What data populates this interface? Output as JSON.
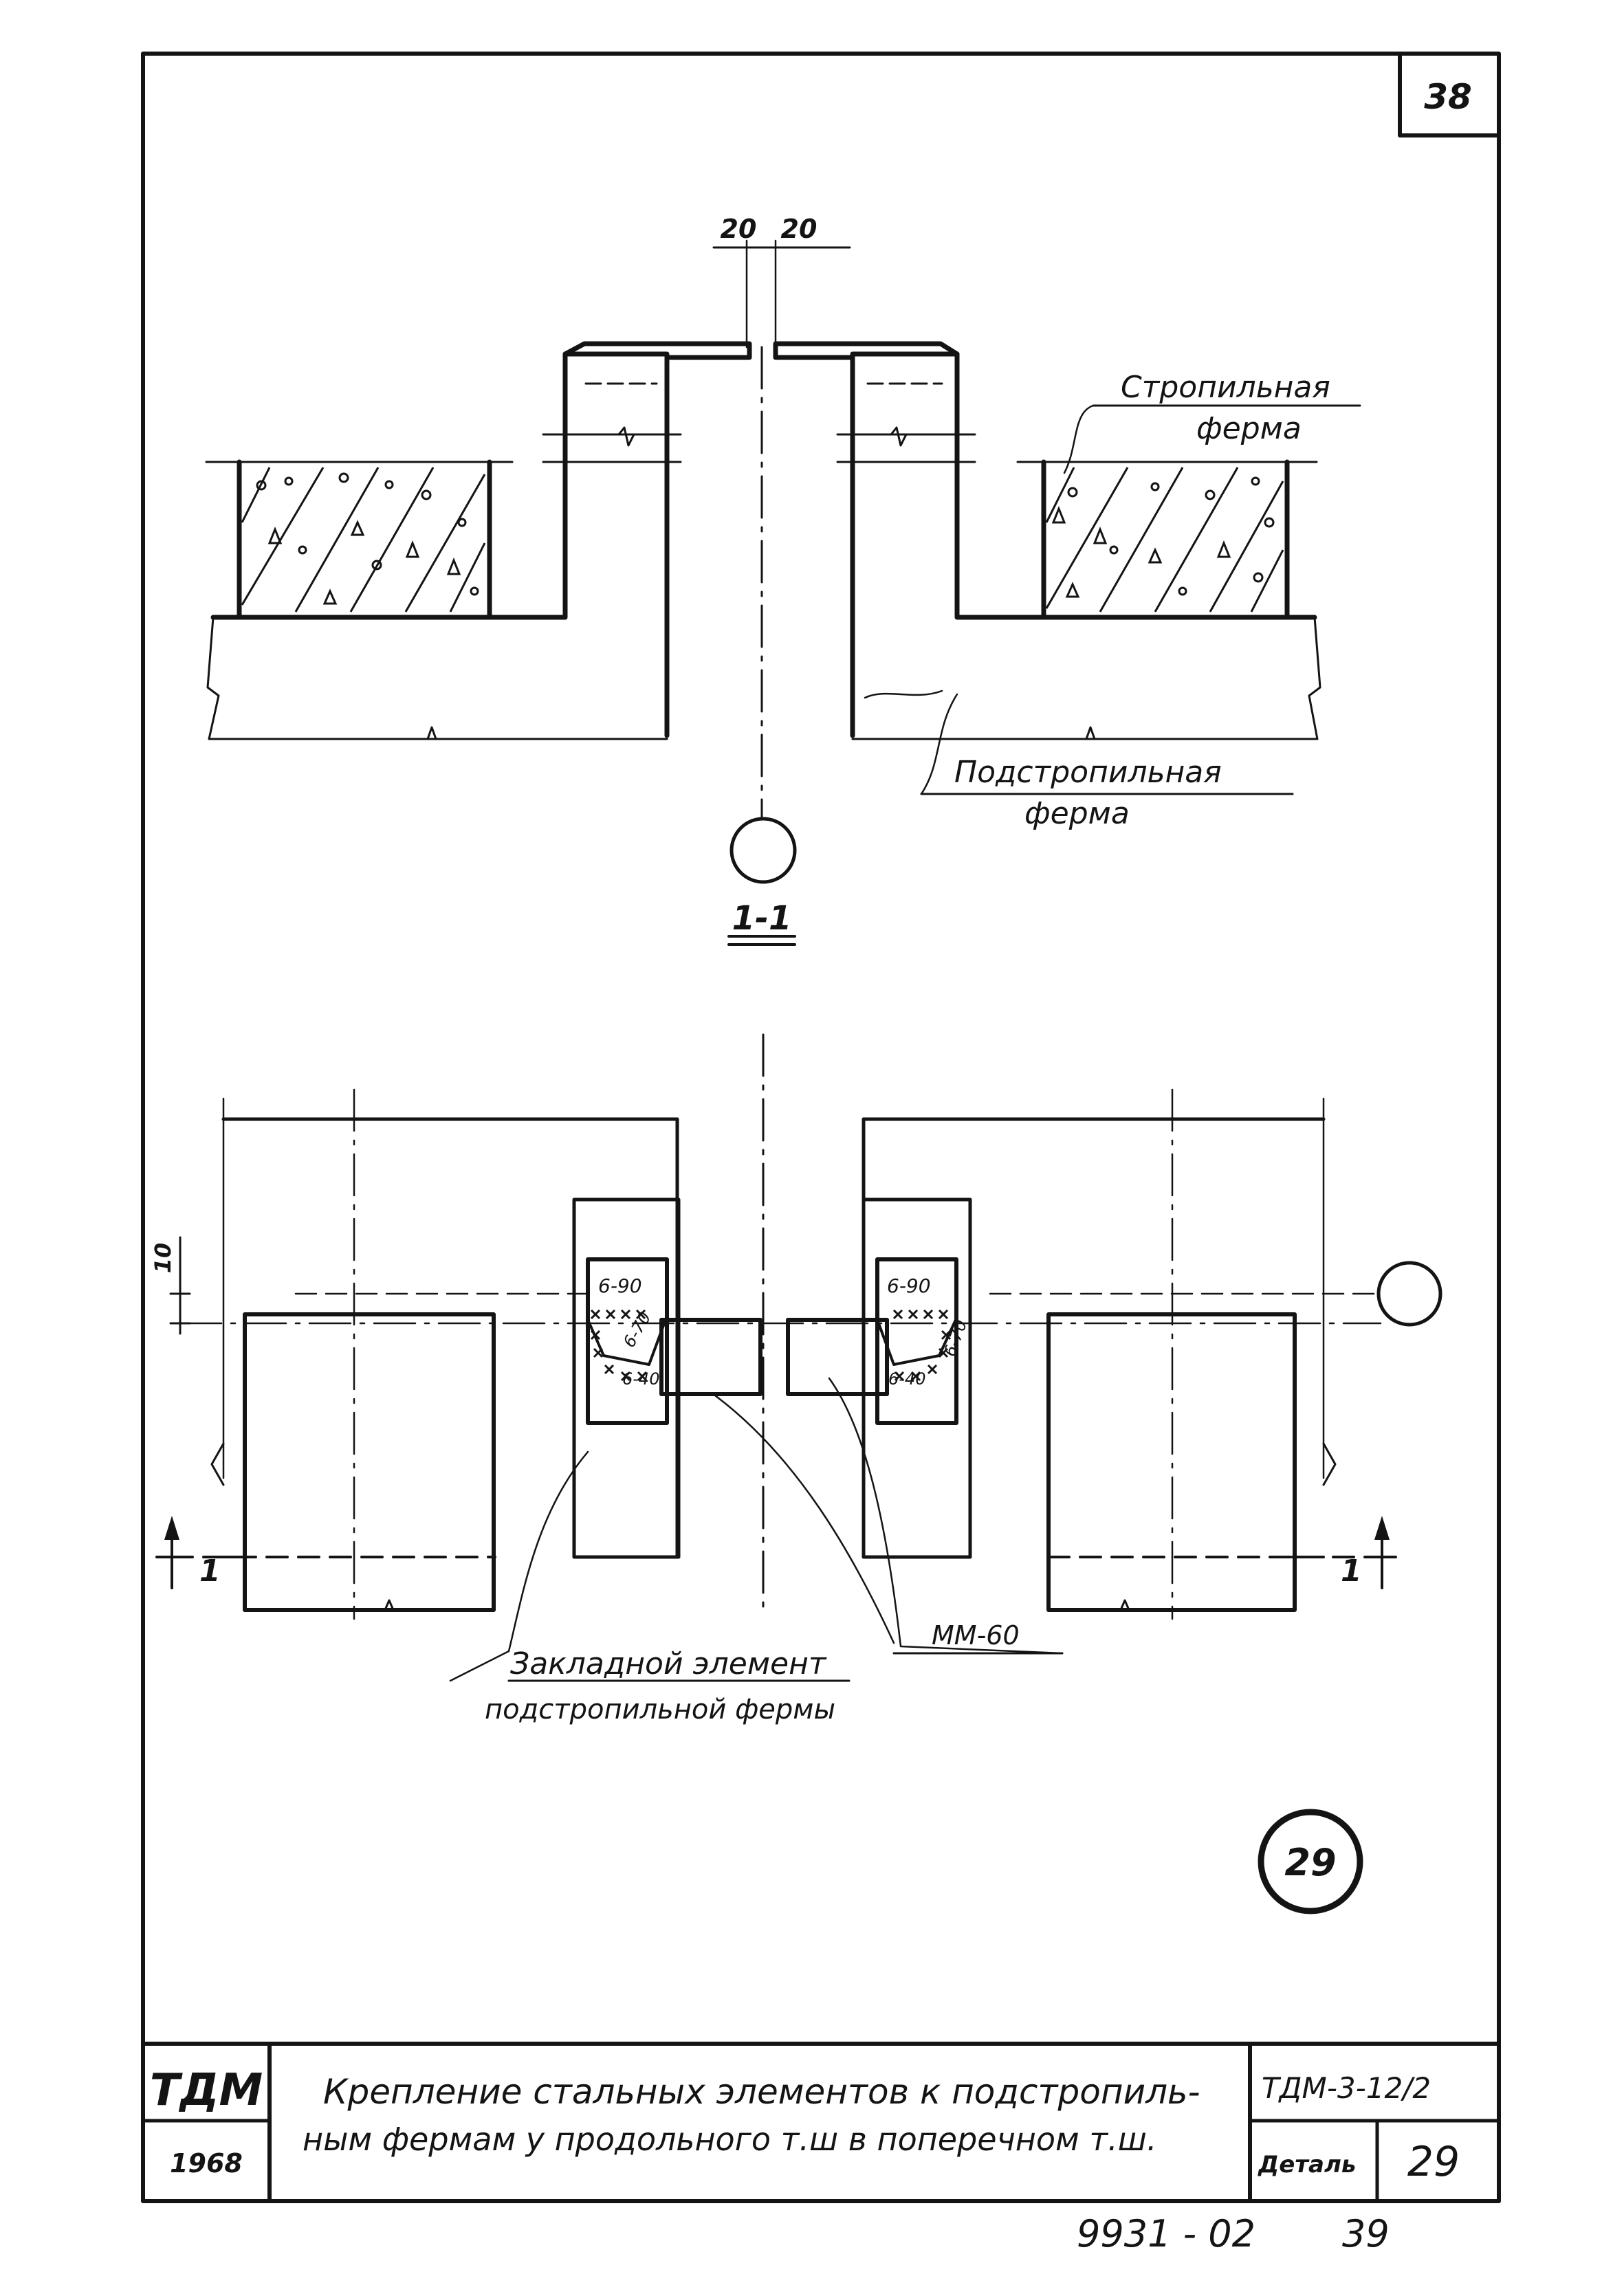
{
  "sheet": {
    "page_number": "38",
    "bottom_note_code": "9931 - 02",
    "bottom_note_page": "39"
  },
  "section_view": {
    "dim_left": "20",
    "dim_right": "20",
    "label_rafter_line1": "Стропильная",
    "label_rafter_line2": "ферма",
    "label_subrafter_line1": "Подстропильная",
    "label_subrafter_line2": "ферма",
    "section_mark": "1-1"
  },
  "plan_view": {
    "dim_left": "10",
    "weld_top_left": "6-90",
    "weld_top_right": "6-90",
    "weld_side_left": "6-70",
    "weld_side_right": "6-70",
    "weld_bottom_left": "6-40",
    "weld_bottom_right": "6-40",
    "cut_mark_left": "1",
    "cut_mark_right": "1",
    "label_embedded_line1": "Закладной элемент",
    "label_embedded_line2": "подстропильной фермы",
    "label_mm": "ММ-60",
    "detail_number": "29"
  },
  "title_block": {
    "org": "ТДМ",
    "year": "1968",
    "title_line1": "Крепление стальных элементов к подстропиль-",
    "title_line2": "ным фермам у продольного т.ш в поперечном т.ш.",
    "doc_code": "ТДМ-3-12/2",
    "detail_label": "Деталь",
    "detail_value": "29"
  }
}
